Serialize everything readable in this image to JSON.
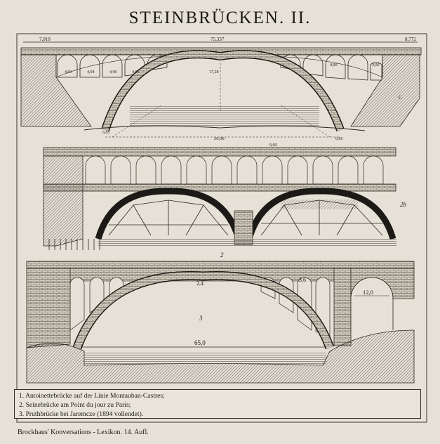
{
  "plate": {
    "title": "STEINBRÜCKEN. II.",
    "figure_labels": {
      "fig1_left_span": "7,010",
      "fig1_total_span": "75,337",
      "fig1_right_span": "8,772",
      "fig1_small_arch_a": "4,01",
      "fig1_small_arch_b": "4,04",
      "fig1_small_arch_c": "4,96",
      "fig1_small_arch_d": "4,96",
      "fig1_small_arch_e": "4,00",
      "fig1_small_arch_f": "4,00",
      "fig1_rise": "17,28",
      "fig1_main_span": "50,00",
      "fig1_base_left": "6,85",
      "fig1_base_right": "6,85",
      "fig1_c": "C",
      "fig1_offset": "9,00",
      "fig2_number": "2",
      "fig2b_number": "2b",
      "fig3_number": "3",
      "fig3_crown": "2,4",
      "fig3_pier": "3,6",
      "fig3_side_span": "12,0",
      "fig3_main_span": "65,0"
    },
    "legend": [
      "1. Antoinettebrücke auf der Linie Montauban-Castres;",
      "2. Seinebrücke am Point du jour zu Paris;",
      "3. Pruthbrücke bei Jaremcze (1894 vollendet)."
    ],
    "footer": "Brockhaus' Konversations - Lexikon.  14. Aufl."
  }
}
